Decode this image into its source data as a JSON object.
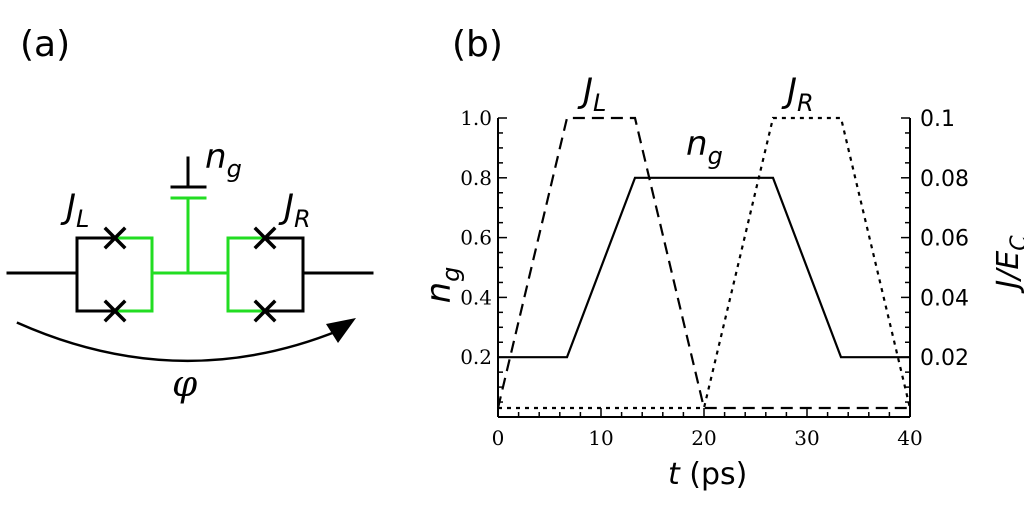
{
  "panel_labels": {
    "a": "(a)",
    "b": "(b)"
  },
  "circuit": {
    "gate_label": {
      "main": "n",
      "sub": "g"
    },
    "left_junction_label": {
      "main": "J",
      "sub": "L"
    },
    "right_junction_label": {
      "main": "J",
      "sub": "R"
    },
    "phase_label": "φ",
    "colors": {
      "wire": "#000000",
      "island": "#22dd22"
    }
  },
  "chart_data": {
    "type": "line",
    "xlabel": {
      "italic": "t",
      "rest": " (ps)"
    },
    "ylabel_left": {
      "main": "n",
      "sub": "g"
    },
    "ylabel_right": {
      "main": "J/E",
      "sub": "C"
    },
    "xlim": [
      0,
      40
    ],
    "ylim_left": [
      0,
      1.0
    ],
    "ylim_right": [
      0,
      0.1
    ],
    "xticks": [
      "0",
      "10",
      "20",
      "30",
      "40"
    ],
    "yticks_left": [
      "0.2",
      "0.4",
      "0.6",
      "0.8",
      "1.0"
    ],
    "yticks_right": [
      "0.02",
      "0.04",
      "0.06",
      "0.08",
      "0.1"
    ],
    "series": [
      {
        "name": "n_g",
        "axis": "left",
        "style": "solid",
        "x": [
          0,
          6.7,
          13.3,
          26.7,
          33.3,
          40
        ],
        "y": [
          0.2,
          0.2,
          0.8,
          0.8,
          0.2,
          0.2
        ]
      },
      {
        "name": "J_L",
        "axis": "right",
        "style": "dashed",
        "x": [
          0,
          6.7,
          13.3,
          20,
          40
        ],
        "y": [
          0.003,
          0.1,
          0.1,
          0.003,
          0.003
        ]
      },
      {
        "name": "J_R",
        "axis": "right",
        "style": "dotted",
        "x": [
          0,
          20,
          26.7,
          33.3,
          40
        ],
        "y": [
          0.003,
          0.003,
          0.1,
          0.1,
          0.003
        ]
      }
    ],
    "annotations": [
      {
        "series": "J_L",
        "main": "J",
        "sub": "L"
      },
      {
        "series": "n_g",
        "main": "n",
        "sub": "g"
      },
      {
        "series": "J_R",
        "main": "J",
        "sub": "R"
      }
    ]
  }
}
